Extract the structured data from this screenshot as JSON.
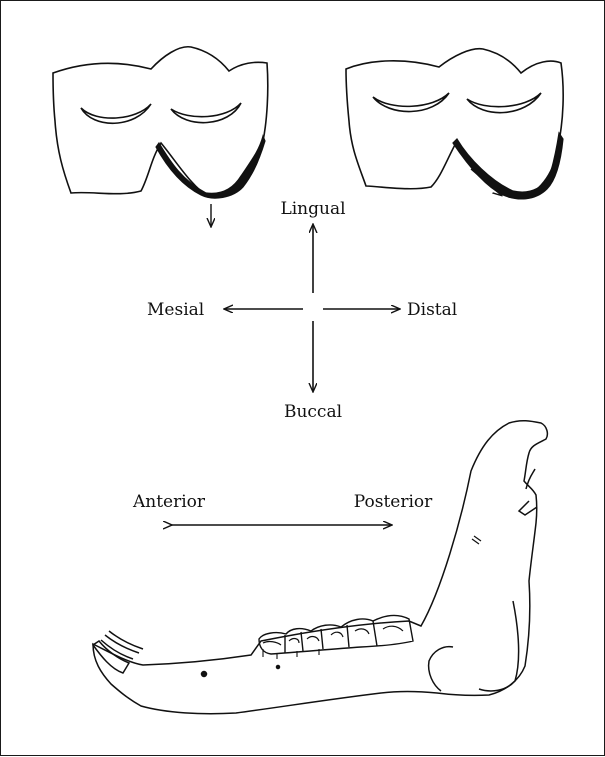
{
  "orientation_labels": {
    "lingual": "Lingual",
    "buccal": "Buccal",
    "mesial": "Mesial",
    "distal": "Distal"
  },
  "jaw_labels": {
    "anterior": "Anterior",
    "posterior": "Posterior"
  },
  "colors": {
    "ink": "#111111",
    "background": "#ffffff"
  }
}
